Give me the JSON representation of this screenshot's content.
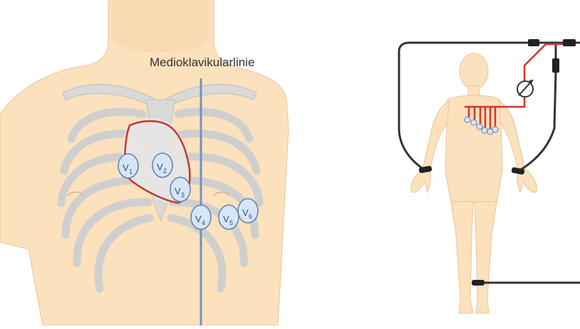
{
  "labels": {
    "midclavicular_line": "Medioklavikularlinie"
  },
  "electrodes": [
    {
      "letter": "V",
      "sub": "1"
    },
    {
      "letter": "V",
      "sub": "2"
    },
    {
      "letter": "V",
      "sub": "3"
    },
    {
      "letter": "V",
      "sub": "4"
    },
    {
      "letter": "V",
      "sub": "5"
    },
    {
      "letter": "V",
      "sub": "6"
    }
  ],
  "colors": {
    "skin": "#fce1bd",
    "skin_outline": "#e8c49a",
    "bone": "#d9d9d9",
    "bone_outline": "#bdbdbd",
    "heart_outline": "#c0392b",
    "line_blue": "#6f93c0",
    "electrode_fill": "#d6e6f7",
    "electrode_stroke": "#5b7fb0",
    "cable": "#333333",
    "lead_red": "#d9342b"
  }
}
